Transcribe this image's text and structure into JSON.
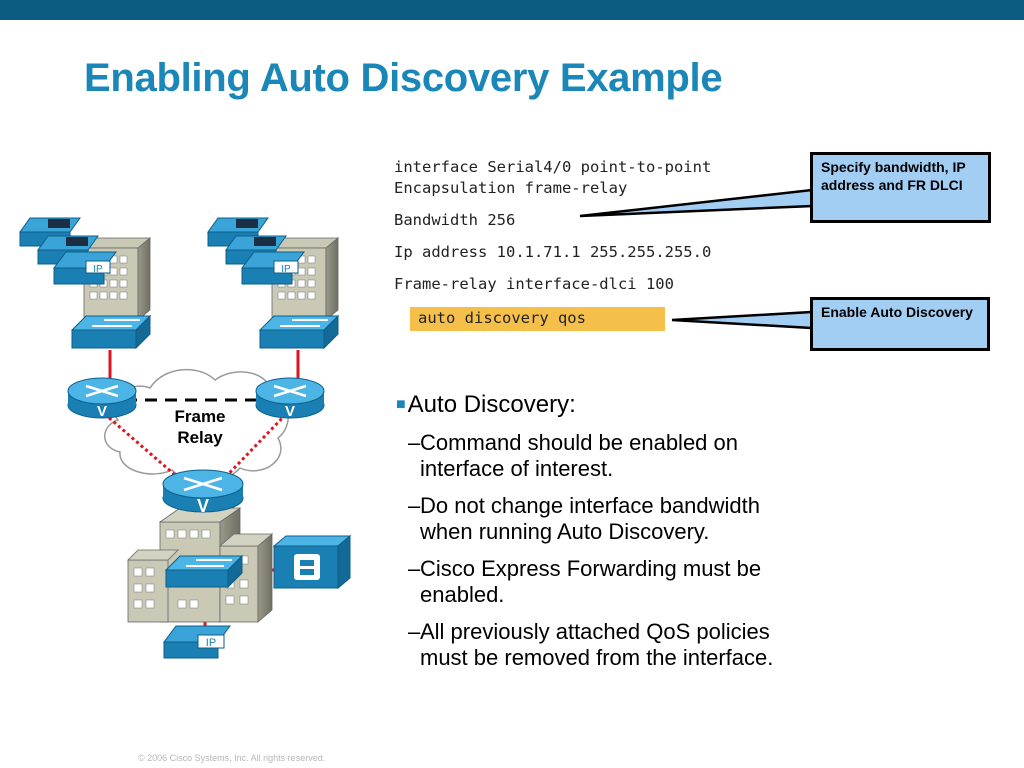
{
  "slide": {
    "title": "Enabling Auto Discovery Example",
    "copyright": "© 2006 Cisco Systems, Inc. All rights reserved.",
    "colors": {
      "title": "#1a87b8",
      "topbar": "#0b5c80",
      "callout_fill": "#a3cef4",
      "highlight": "#f5c04a"
    }
  },
  "config": {
    "line1": "interface Serial4/0 point-to-point",
    "line2": "Encapsulation frame-relay",
    "line3": "Bandwidth 256",
    "line4": "Ip address 10.1.71.1 255.255.255.0",
    "line5": "Frame-relay interface-dlci 100",
    "highlighted": "auto discovery qos"
  },
  "callouts": {
    "bandwidth": "Specify bandwidth, IP address and FR DLCI",
    "auto": "Enable Auto Discovery"
  },
  "bullets": {
    "heading": "Auto Discovery:",
    "items": [
      {
        "line1": "Command should be enabled on",
        "line2": "interface of interest."
      },
      {
        "line1": "Do not change interface bandwidth",
        "line2": "when running Auto Discovery."
      },
      {
        "line1": "Cisco Express Forwarding must be",
        "line2": "enabled."
      },
      {
        "line1": "All previously attached QoS policies",
        "line2": "must be removed from the interface."
      }
    ]
  },
  "diagram": {
    "cloud_label_1": "Frame",
    "cloud_label_2": "Relay",
    "router_mark": "V",
    "phone_mark": "IP",
    "icons": [
      "ip-phone-icon",
      "office-building-icon",
      "switch-icon",
      "router-icon",
      "frame-relay-cloud-icon",
      "call-manager-icon"
    ]
  }
}
